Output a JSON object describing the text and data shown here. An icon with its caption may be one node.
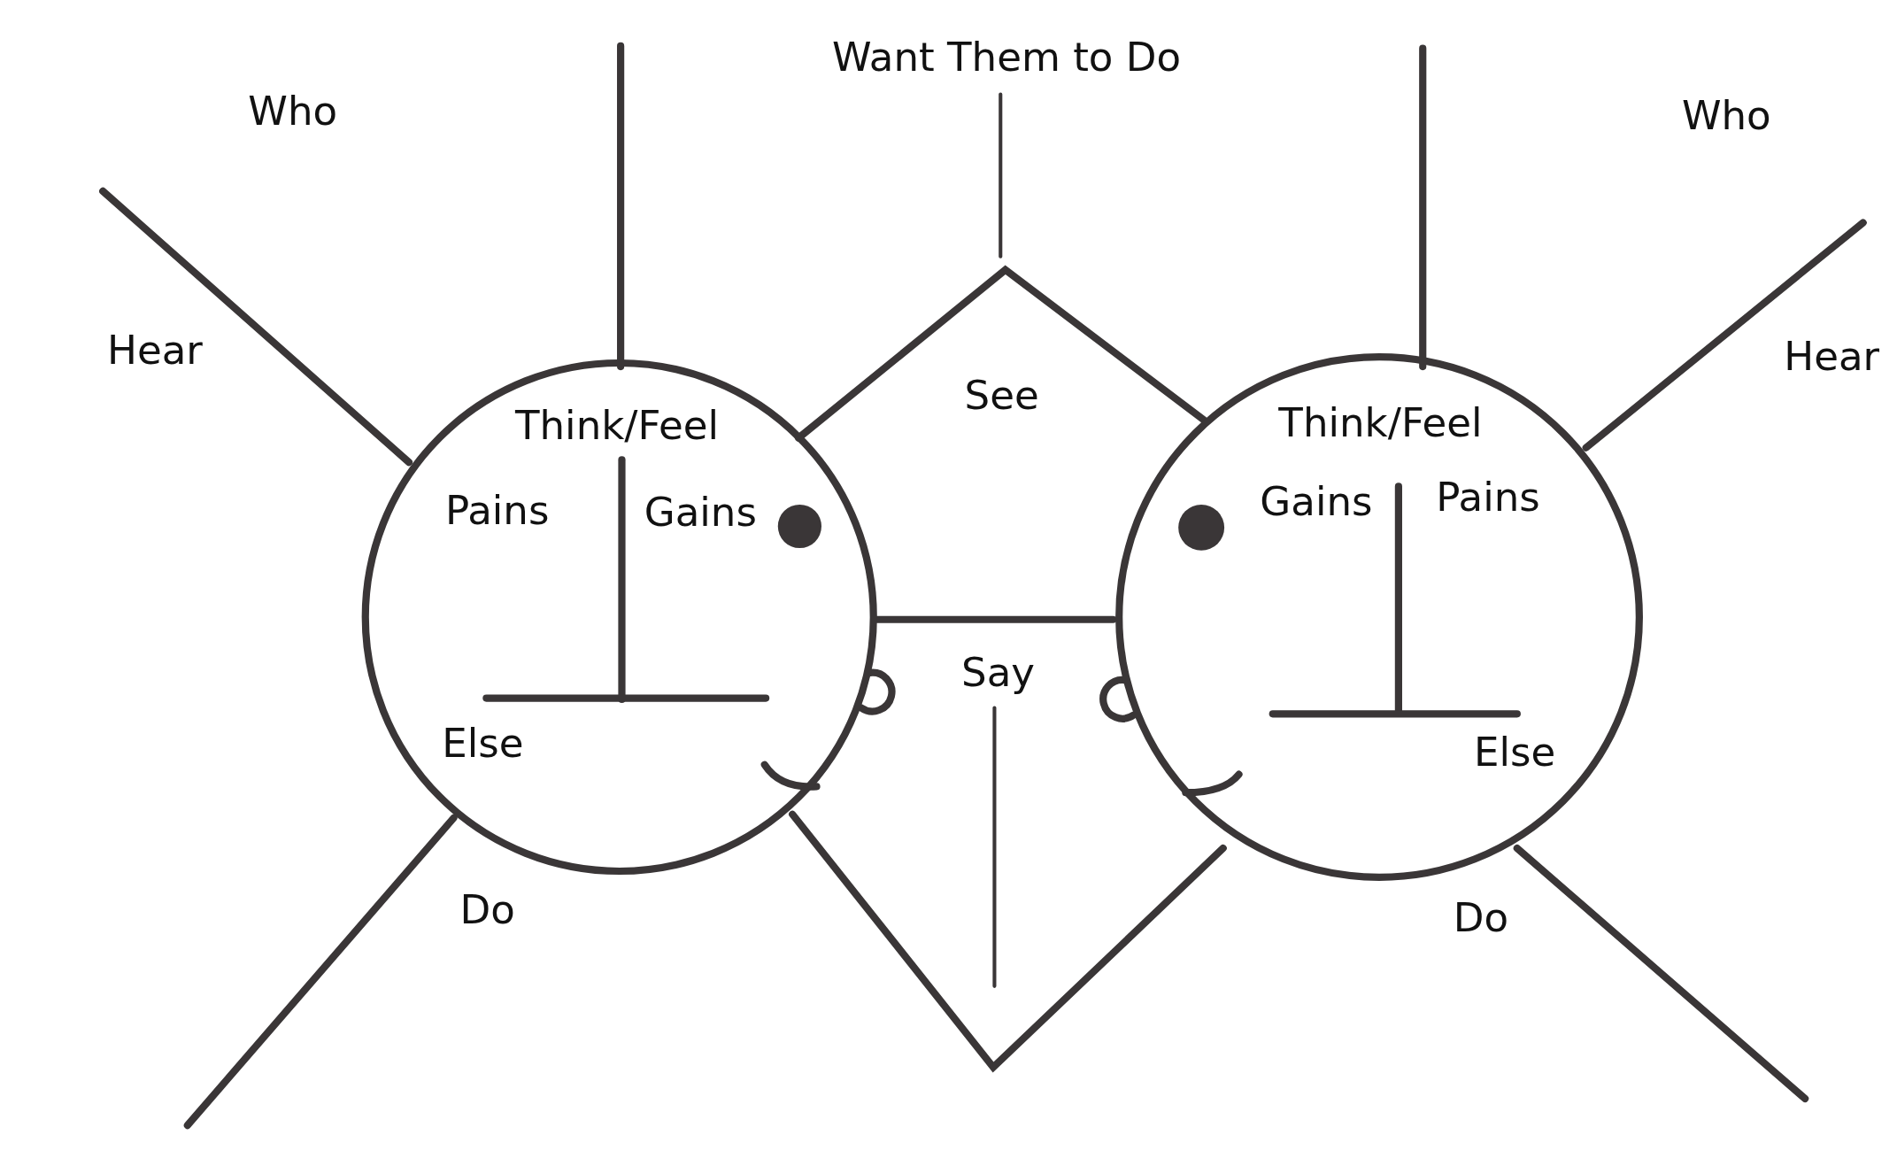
{
  "diagram": {
    "nodes": [
      {
        "text": [
          "Think/Feel",
          "Pains",
          "Gains",
          "Else"
        ]
      },
      {
        "text": [
          "Think/Feel",
          "Gains",
          "Pains",
          "Else"
        ]
      }
    ],
    "labels": [
      "Want Them to Do",
      "Who",
      "Who",
      "Hear",
      "Hear",
      "See",
      "Say",
      "Do",
      "Do"
    ]
  }
}
